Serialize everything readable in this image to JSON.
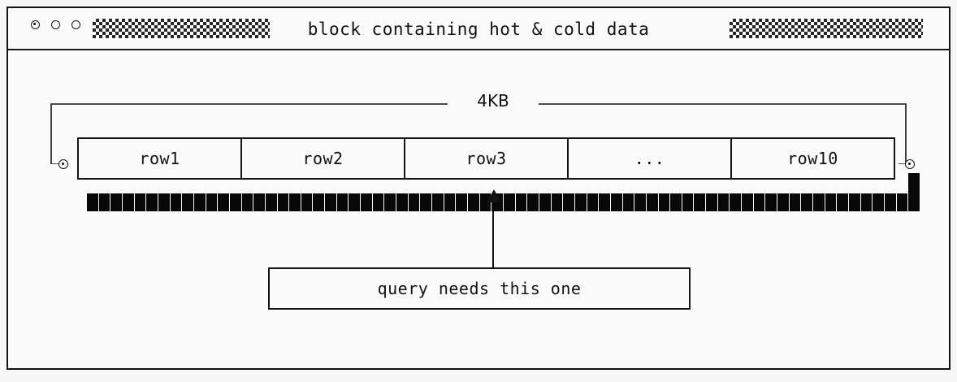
{
  "window": {
    "title": "block containing hot & cold data",
    "controls": [
      {
        "name": "window-control-close",
        "icon": "circle-dot-icon"
      },
      {
        "name": "window-control-minimize",
        "icon": "circle-icon"
      },
      {
        "name": "window-control-maximize",
        "icon": "circle-icon"
      }
    ],
    "decor": [
      {
        "name": "hatch-pattern-left",
        "icon": "checkerboard-pattern-icon"
      },
      {
        "name": "hatch-pattern-right",
        "icon": "checkerboard-pattern-icon"
      }
    ]
  },
  "diagram": {
    "measure": {
      "label": "4KB",
      "left_endcap_icon": "circle-dot-icon",
      "right_endcap_icon": "circle-dot-icon"
    },
    "rows": [
      {
        "label": "row1"
      },
      {
        "label": "row2"
      },
      {
        "label": "row3"
      },
      {
        "label": "..."
      },
      {
        "label": "row10"
      }
    ],
    "segment_bar": {
      "segment_count": 70,
      "highlight_index": 69,
      "color": "#080808"
    },
    "pointer": {
      "icon": "triangle-up-icon",
      "target_row_index": 2
    },
    "callout": {
      "text": "query needs this one"
    }
  },
  "colors": {
    "ink": "#141414",
    "paper": "#fbfbfb",
    "page": "#f7f7f7",
    "bar": "#080808"
  }
}
